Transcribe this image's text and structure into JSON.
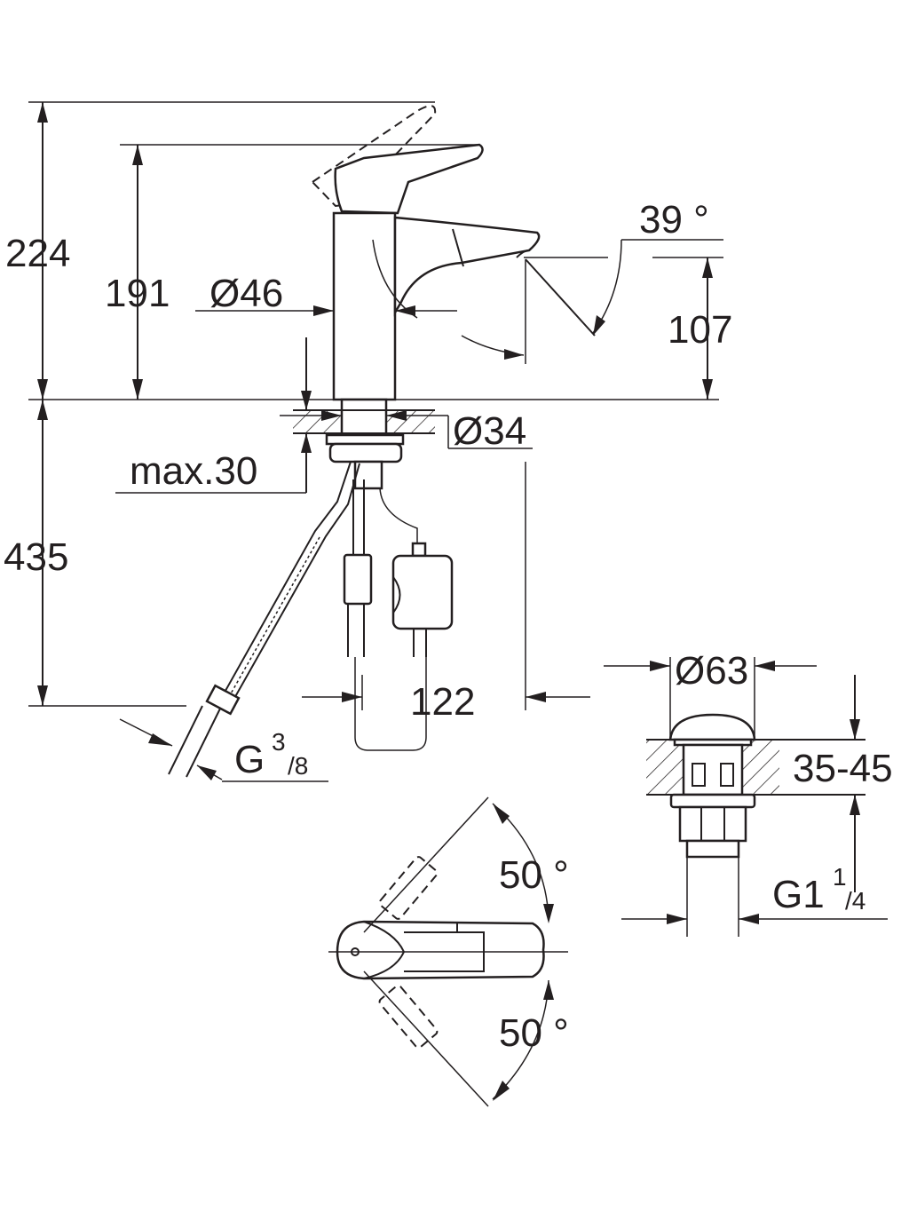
{
  "dimensions": {
    "total_height": "224",
    "spout_height": "191",
    "body_diameter": "Ø46",
    "spout_angle": "39 °",
    "outlet_height": "107",
    "hole_diameter": "Ø34",
    "max_deck": "max.30",
    "below_deck": "435",
    "spout_reach": "122",
    "hose_thread_main": "G ",
    "hose_thread_num": "3",
    "hose_thread_den": "/8",
    "plug_diameter": "Ø63",
    "basin_thickness": "35-45",
    "waste_thread_main": "G1 ",
    "waste_thread_num": "1",
    "waste_thread_den": "/4",
    "lever_angle_top": "50 °",
    "lever_angle_bottom": "50 °"
  },
  "colors": {
    "line": "#231f20",
    "background": "#ffffff"
  }
}
